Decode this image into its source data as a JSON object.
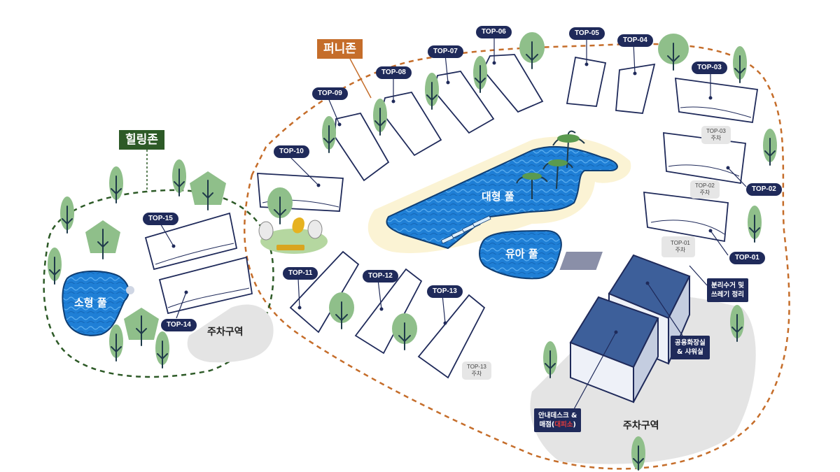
{
  "zones": {
    "healing": {
      "label": "힐링존",
      "color": "#2d5a27"
    },
    "fun": {
      "label": "퍼니존",
      "color": "#c56d2a"
    }
  },
  "sites": [
    {
      "id": "TOP-01",
      "label": "TOP-01",
      "parking": "TOP-01\n주차"
    },
    {
      "id": "TOP-02",
      "label": "TOP-02",
      "parking": "TOP-02\n주차"
    },
    {
      "id": "TOP-03",
      "label": "TOP-03",
      "parking": "TOP-03\n주차"
    },
    {
      "id": "TOP-04",
      "label": "TOP-04"
    },
    {
      "id": "TOP-05",
      "label": "TOP-05"
    },
    {
      "id": "TOP-06",
      "label": "TOP-06"
    },
    {
      "id": "TOP-07",
      "label": "TOP-07"
    },
    {
      "id": "TOP-08",
      "label": "TOP-08"
    },
    {
      "id": "TOP-09",
      "label": "TOP-09"
    },
    {
      "id": "TOP-10",
      "label": "TOP-10"
    },
    {
      "id": "TOP-11",
      "label": "TOP-11"
    },
    {
      "id": "TOP-12",
      "label": "TOP-12"
    },
    {
      "id": "TOP-13",
      "label": "TOP-13",
      "parking": "TOP-13\n주차"
    },
    {
      "id": "TOP-14",
      "label": "TOP-14"
    },
    {
      "id": "TOP-15",
      "label": "TOP-15"
    }
  ],
  "pools": {
    "large": "대형 풀",
    "kids": "유아 풀",
    "small": "소형 풀"
  },
  "facilities": {
    "recycling": "분리수거 및\n쓰레기 정리",
    "restroom": "공용화장실\n& 샤워실",
    "info_desk_line1": "안내데스크 &",
    "info_desk_prefix": "매점(",
    "info_desk_highlight": "대피소",
    "info_desk_suffix": ")"
  },
  "parking_areas": {
    "main": "주차구역",
    "healing": "주차구역"
  },
  "colors": {
    "navy": "#1f2a5a",
    "pool": "#1f7fd6",
    "tree": "#8fbf8a",
    "trunk": "#1f3a4a",
    "fun_path": "#c56d2a",
    "healing_path": "#2d5a27"
  }
}
